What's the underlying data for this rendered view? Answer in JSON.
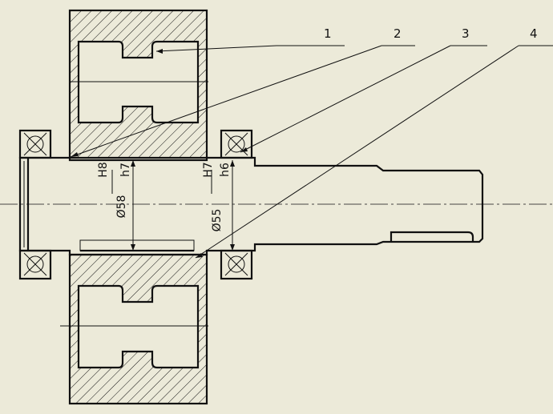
{
  "labels": {
    "callout_1": "1",
    "callout_2": "2",
    "callout_3": "3",
    "callout_4": "4",
    "fit_left_hole": "H8",
    "fit_left_shaft": "h7",
    "fit_left_diameter": "Ø58",
    "fit_right_hole": "H7",
    "fit_right_shaft": "h6",
    "fit_right_diameter": "Ø55"
  },
  "colors": {
    "background": "#ecead9",
    "line": "#111111"
  }
}
